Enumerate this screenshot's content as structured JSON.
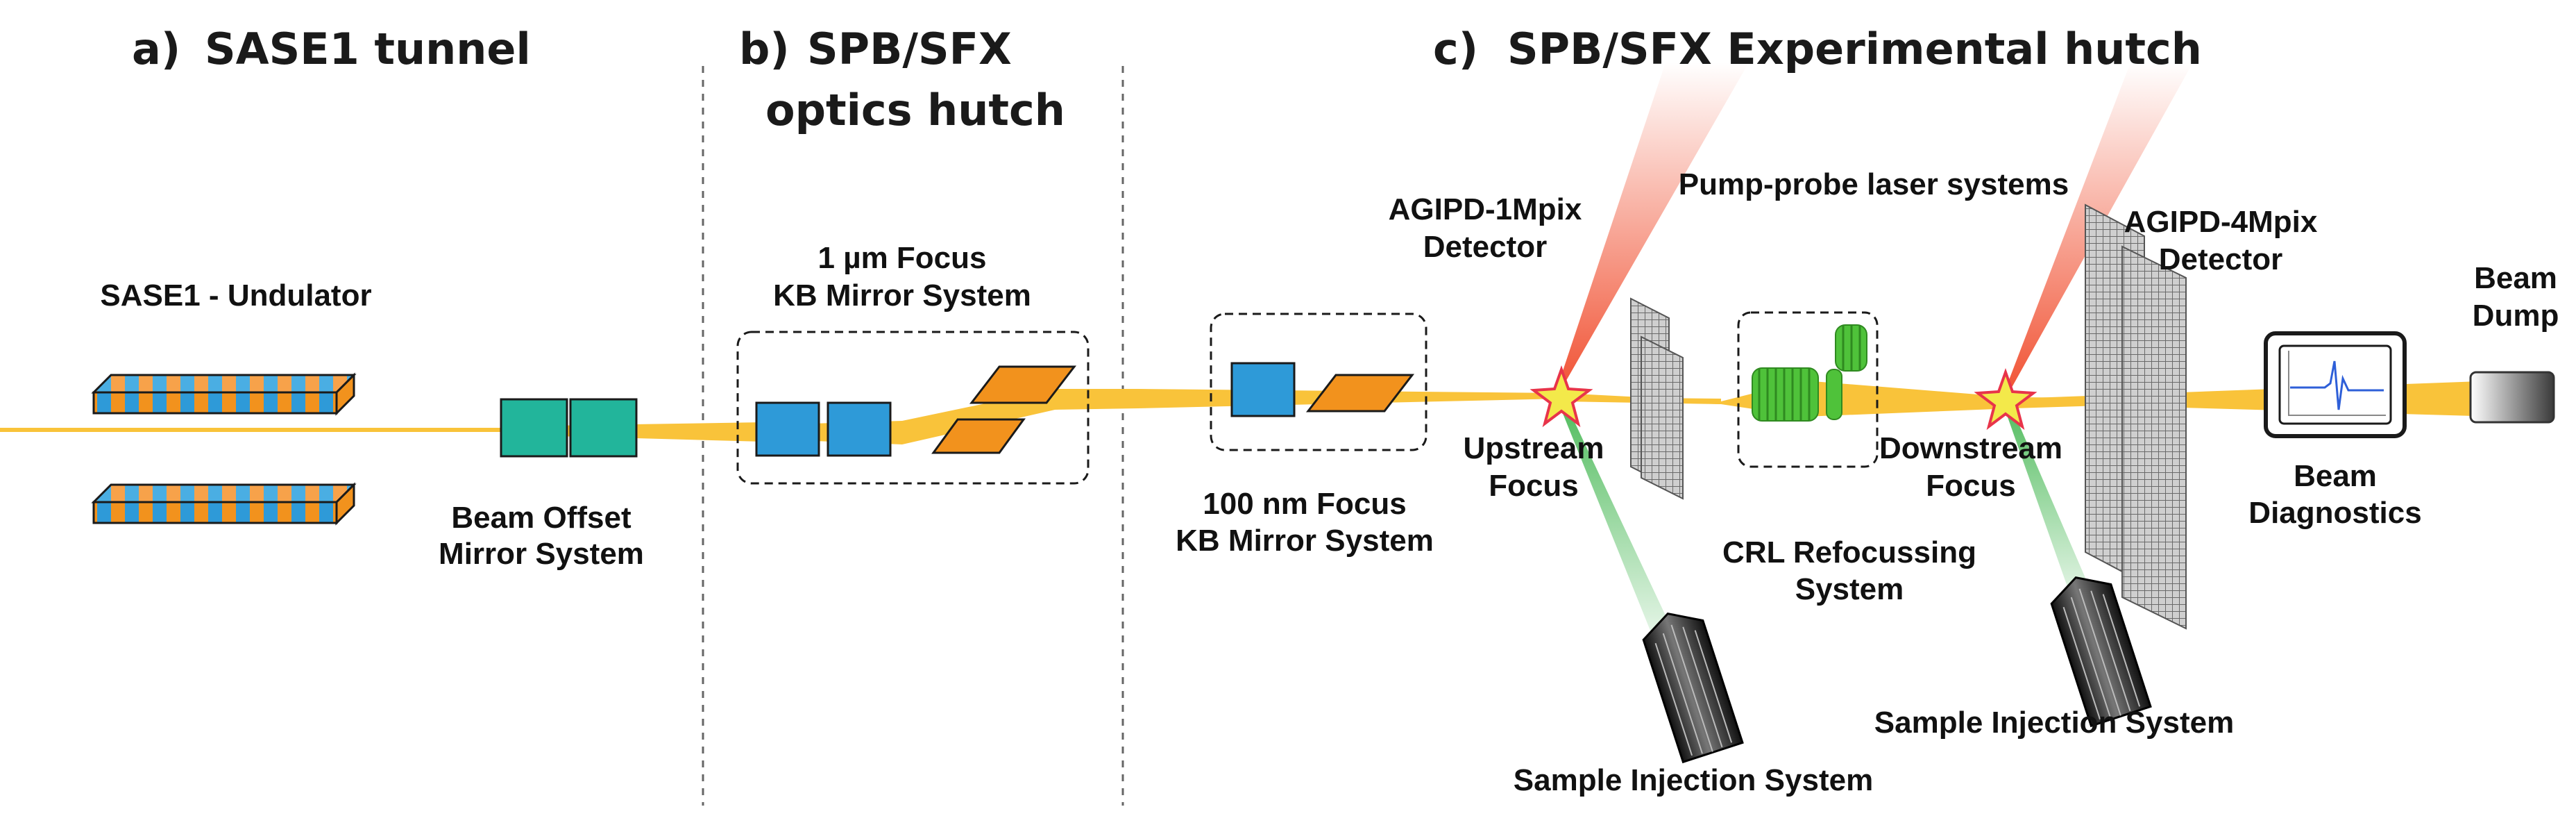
{
  "sections": {
    "a_marker": "a)",
    "a_title": "SASE1 tunnel",
    "b_marker": "b)",
    "b_title_line1": "SPB/SFX",
    "b_title_line2": "optics hutch",
    "c_marker": "c)",
    "c_title": "SPB/SFX Experimental hutch"
  },
  "labels": {
    "undulator": "SASE1 - Undulator",
    "beam_offset_1": "Beam Offset",
    "beam_offset_2": "Mirror System",
    "kb1_line1": "1 µm Focus",
    "kb1_line2": "KB Mirror System",
    "kb100_line1": "100 nm Focus",
    "kb100_line2": "KB Mirror System",
    "agipd1_line1": "AGIPD-1Mpix",
    "agipd1_line2": "Detector",
    "pump_probe": "Pump-probe laser systems",
    "agipd4_line1": "AGIPD-4Mpix",
    "agipd4_line2": "Detector",
    "beam_dump_1": "Beam",
    "beam_dump_2": "Dump",
    "upstream_1": "Upstream",
    "upstream_2": "Focus",
    "downstream_1": "Downstream",
    "downstream_2": "Focus",
    "crl_1": "CRL Refocussing",
    "crl_2": "System",
    "diagnostics_1": "Beam",
    "diagnostics_2": "Diagnostics",
    "sample_injection_down": "Sample Injection System",
    "sample_injection_up": "Sample Injection System"
  },
  "colors": {
    "beam": "#f9c33a",
    "undulator_blue": "#2e9ad8",
    "undulator_orange": "#f2921d",
    "offset_mirror": "#22b59b",
    "kb_blue": "#2e9ad8",
    "kb_orange": "#f2921d",
    "crl_green": "#4fc23a",
    "laser_red": "#f04a2a",
    "sample_green": "#3cb44a",
    "star_fill": "#f3e94a",
    "star_stroke": "#e8344a"
  }
}
